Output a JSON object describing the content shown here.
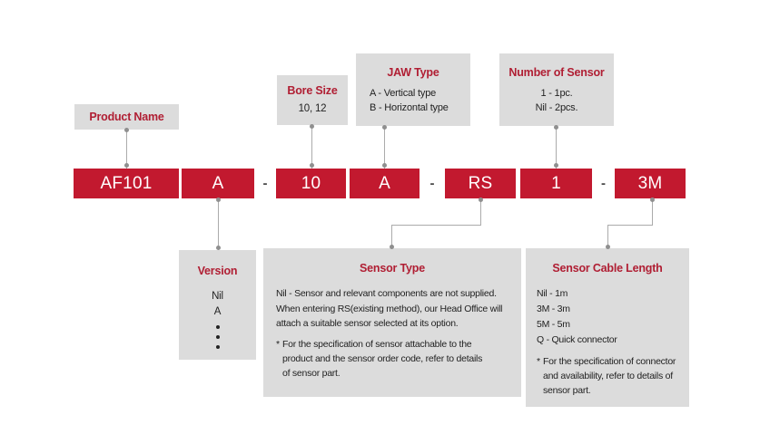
{
  "palette": {
    "box_red": "#c2192f",
    "title_red": "#b01e33",
    "box_gray": "#dcdcdc",
    "line_gray": "#ababab",
    "dot_gray": "#8f8f8f",
    "dash": "#4a4a4a",
    "text": "#222222",
    "code_text": "#ffffff"
  },
  "code_row": {
    "separator": "-",
    "segments": [
      {
        "label": "AF101"
      },
      {
        "label": "A"
      },
      {
        "label": "10"
      },
      {
        "label": "A"
      },
      {
        "label": "RS"
      },
      {
        "label": "1"
      },
      {
        "label": "3M"
      }
    ]
  },
  "callouts": {
    "product_name": {
      "title": "Product Name"
    },
    "bore_size": {
      "title": "Bore Size",
      "values": "10, 12"
    },
    "jaw_type": {
      "title": "JAW Type",
      "lines": [
        "A - Vertical type",
        "B - Horizontal type"
      ]
    },
    "number_of_sensor": {
      "title": "Number of Sensor",
      "lines": [
        "1 - 1pc.",
        "Nil - 2pcs."
      ]
    },
    "version": {
      "title": "Version",
      "lines": [
        "Nil",
        "A"
      ]
    },
    "sensor_type": {
      "title": "Sensor Type",
      "para_lines": [
        "Nil - Sensor and relevant components are not supplied.",
        "When entering RS(existing method), our Head Office will",
        "attach a suitable sensor selected at its option."
      ],
      "note_marker": "*",
      "note_lines": [
        "For the specification of sensor attachable to the",
        "product and the sensor order code, refer to details",
        "of sensor part."
      ]
    },
    "sensor_cable_length": {
      "title": "Sensor Cable Length",
      "lines": [
        "Nil - 1m",
        "3M - 3m",
        "5M - 5m",
        "Q - Quick connector"
      ],
      "note_marker": "*",
      "note_lines": [
        "For the specification of connector",
        "and availability, refer to details of",
        "sensor part."
      ]
    }
  }
}
